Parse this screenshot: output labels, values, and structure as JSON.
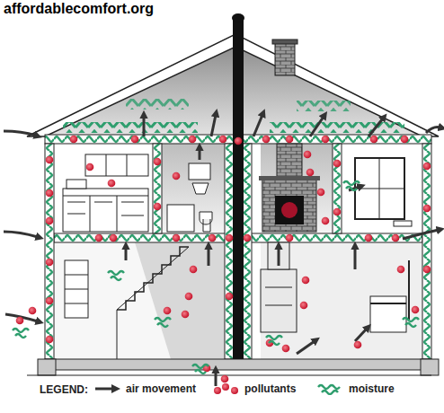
{
  "diagram": {
    "labels": [
      "affordablecomfort.org",
      "LEGEND:"
    ],
    "legend": [
      {
        "text": "air movement"
      },
      {
        "text": "pollutants"
      },
      {
        "text": "moisture"
      }
    ]
  }
}
